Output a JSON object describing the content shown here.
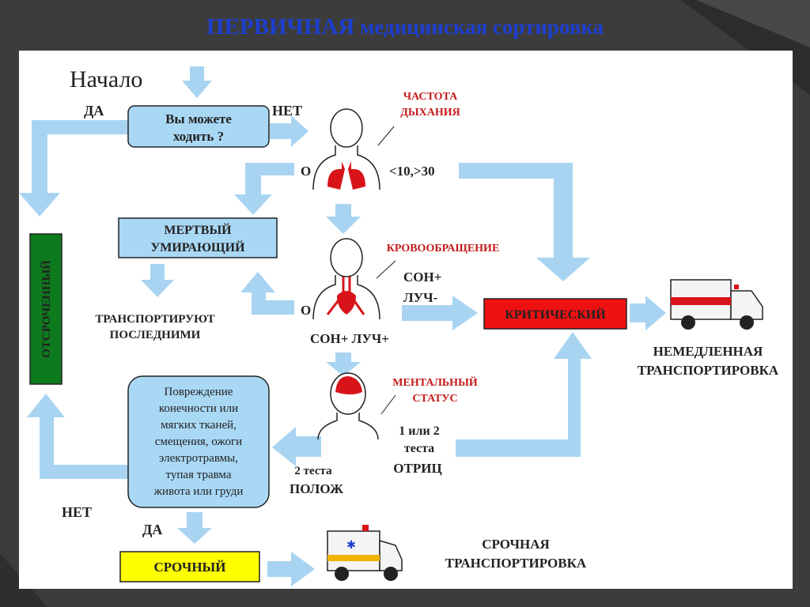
{
  "slide": {
    "title_caps": "ПЕРВИЧНАЯ",
    "title_rest": "медицинская сортировка"
  },
  "flow": {
    "start": "Начало",
    "yes": "ДА",
    "no": "НЕТ",
    "walk_q_line1": "Вы можете",
    "walk_q_line2": "ходить ?",
    "breathing_line1": "ЧАСТОТА",
    "breathing_line2": "ДЫХАНИЯ",
    "zero": "О",
    "rate": "<10,>30",
    "dead_line1": "МЕРТВЫЙ",
    "dead_line2": "УМИРАЮЩИЙ",
    "transport_last_line1": "ТРАНСПОРТИРУЮТ",
    "transport_last_line2": "ПОСЛЕДНИМИ",
    "circulation": "КРОВООБРАЩЕНИЕ",
    "son_plus": "СОН+",
    "luch_minus": "ЛУЧ-",
    "son_luch_plus": "СОН+ ЛУЧ+",
    "critical": "КРИТИЧЕСКИЙ",
    "immediate_line1": "НЕМЕДЛЕННАЯ",
    "immediate_line2": "ТРАНСПОРТИРОВКА",
    "mental_line1": "МЕНТАЛЬНЫЙ",
    "mental_line2": "СТАТУС",
    "one_or_two_line1": "1 или 2",
    "one_or_two_line2": "теста",
    "negative": "ОТРИЦ",
    "two_tests": "2 теста",
    "positive": "ПОЛОЖ",
    "injury_lines": [
      "Повреждение",
      "конечности или",
      "мягких тканей,",
      "смещения, ожоги",
      "электротравмы,",
      "тупая травма",
      "живота или груди"
    ],
    "deferred": "ОТСРОЧЕННЫЙ",
    "urgent": "СРОЧНЫЙ",
    "urgent_transport_line1": "СРОЧНАЯ",
    "urgent_transport_line2": "ТРАНСПОРТИРОВКА"
  },
  "colors": {
    "arrow": "#a8d4f2",
    "box_blue": "#a9d8f5",
    "critical_red": "#ee1111",
    "deferred_green": "#0e7a1e",
    "urgent_yellow": "#ffff00",
    "organ_red": "#d8141a",
    "title_blue": "#1d3fd0"
  }
}
